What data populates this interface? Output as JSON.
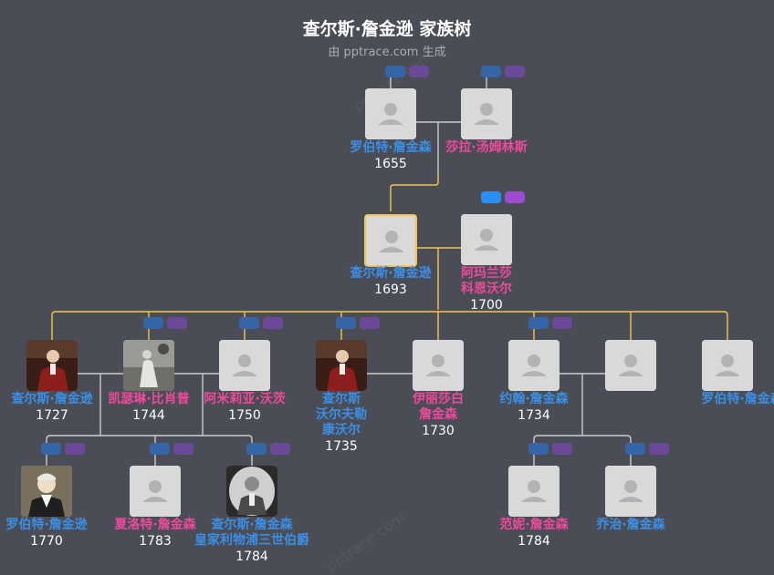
{
  "title": "查尔斯·詹金逊 家族树",
  "subtitle": "由 pptrace.com 生成",
  "watermark": "pptrace.com",
  "colors": {
    "male": "#3b8fe6",
    "female": "#ee4a9c",
    "focus_line": "#f3c54c",
    "line": "#c9cbd0",
    "background": "#4a4d55"
  },
  "people": [
    {
      "id": "p1",
      "name": [
        "罗伯特·詹金森"
      ],
      "year": "1655",
      "gender": "m",
      "photo": "silhouette",
      "tags": "b"
    },
    {
      "id": "p2",
      "name": [
        "莎拉·汤姆林斯"
      ],
      "year": "",
      "gender": "f",
      "photo": "silhouette",
      "tags": "b"
    },
    {
      "id": "p3",
      "name": [
        "查尔斯·詹金逊"
      ],
      "year": "1693",
      "gender": "m",
      "photo": "silhouette",
      "tags": "",
      "focus": true
    },
    {
      "id": "p4",
      "name": [
        "阿玛兰莎",
        "科恩沃尔"
      ],
      "year": "1700",
      "gender": "f",
      "photo": "silhouette",
      "tags": "hi"
    },
    {
      "id": "p5",
      "name": [
        "查尔斯·詹金逊"
      ],
      "year": "1727",
      "gender": "m",
      "photo": "portrait-red",
      "tags": ""
    },
    {
      "id": "p6",
      "name": [
        "凯瑟琳·比肖普"
      ],
      "year": "1744",
      "gender": "f",
      "photo": "portrait-gray",
      "tags": "b"
    },
    {
      "id": "p7",
      "name": [
        "阿米莉亚·沃茨"
      ],
      "year": "1750",
      "gender": "f",
      "photo": "silhouette",
      "tags": "b"
    },
    {
      "id": "p8",
      "name": [
        "查尔斯",
        "沃尔夫勒",
        "康沃尔"
      ],
      "year": "1735",
      "gender": "m",
      "photo": "portrait-red",
      "tags": "b"
    },
    {
      "id": "p9",
      "name": [
        "伊丽莎白",
        "詹金森"
      ],
      "year": "1730",
      "gender": "f",
      "photo": "silhouette",
      "tags": ""
    },
    {
      "id": "p10",
      "name": [
        "约翰·詹金森"
      ],
      "year": "1734",
      "gender": "m",
      "photo": "silhouette",
      "tags": "b"
    },
    {
      "id": "p11",
      "name": [],
      "year": "",
      "gender": "f",
      "photo": "silhouette",
      "tags": ""
    },
    {
      "id": "p12",
      "name": [
        "罗伯特·詹金森"
      ],
      "year": "",
      "gender": "m",
      "photo": "silhouette",
      "tags": ""
    },
    {
      "id": "p13",
      "name": [
        "罗伯特·詹金逊"
      ],
      "year": "1770",
      "gender": "m",
      "photo": "portrait-white",
      "tags": "b"
    },
    {
      "id": "p14",
      "name": [
        "夏洛特·詹金森"
      ],
      "year": "1783",
      "gender": "f",
      "photo": "silhouette",
      "tags": "b"
    },
    {
      "id": "p15",
      "name": [
        "查尔斯·詹金森",
        "皇家利物浦三世伯爵"
      ],
      "year": "1784",
      "gender": "m",
      "photo": "portrait-bw",
      "tags": "b"
    },
    {
      "id": "p16",
      "name": [
        "范妮·詹金森"
      ],
      "year": "1784",
      "gender": "f",
      "photo": "silhouette",
      "tags": "b"
    },
    {
      "id": "p17",
      "name": [
        "乔治·詹金森"
      ],
      "year": "",
      "gender": "m",
      "photo": "silhouette",
      "tags": "b"
    }
  ]
}
